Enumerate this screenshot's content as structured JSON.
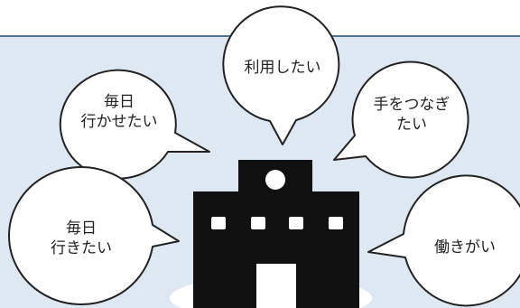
{
  "bubbles": {
    "top_center": "利用したい",
    "upper_left": "毎日\n行かせたい",
    "upper_right": "手をつなぎ\nたい",
    "lower_left": "毎日\n行きたい",
    "lower_right": "働きがい"
  },
  "colors": {
    "panel_background": "#dde8f3",
    "panel_border": "#4e7395",
    "building": "#111111",
    "bubble_fill": "#ffffff",
    "bubble_stroke": "#222222"
  },
  "icons": {
    "building": "school-building-icon"
  }
}
